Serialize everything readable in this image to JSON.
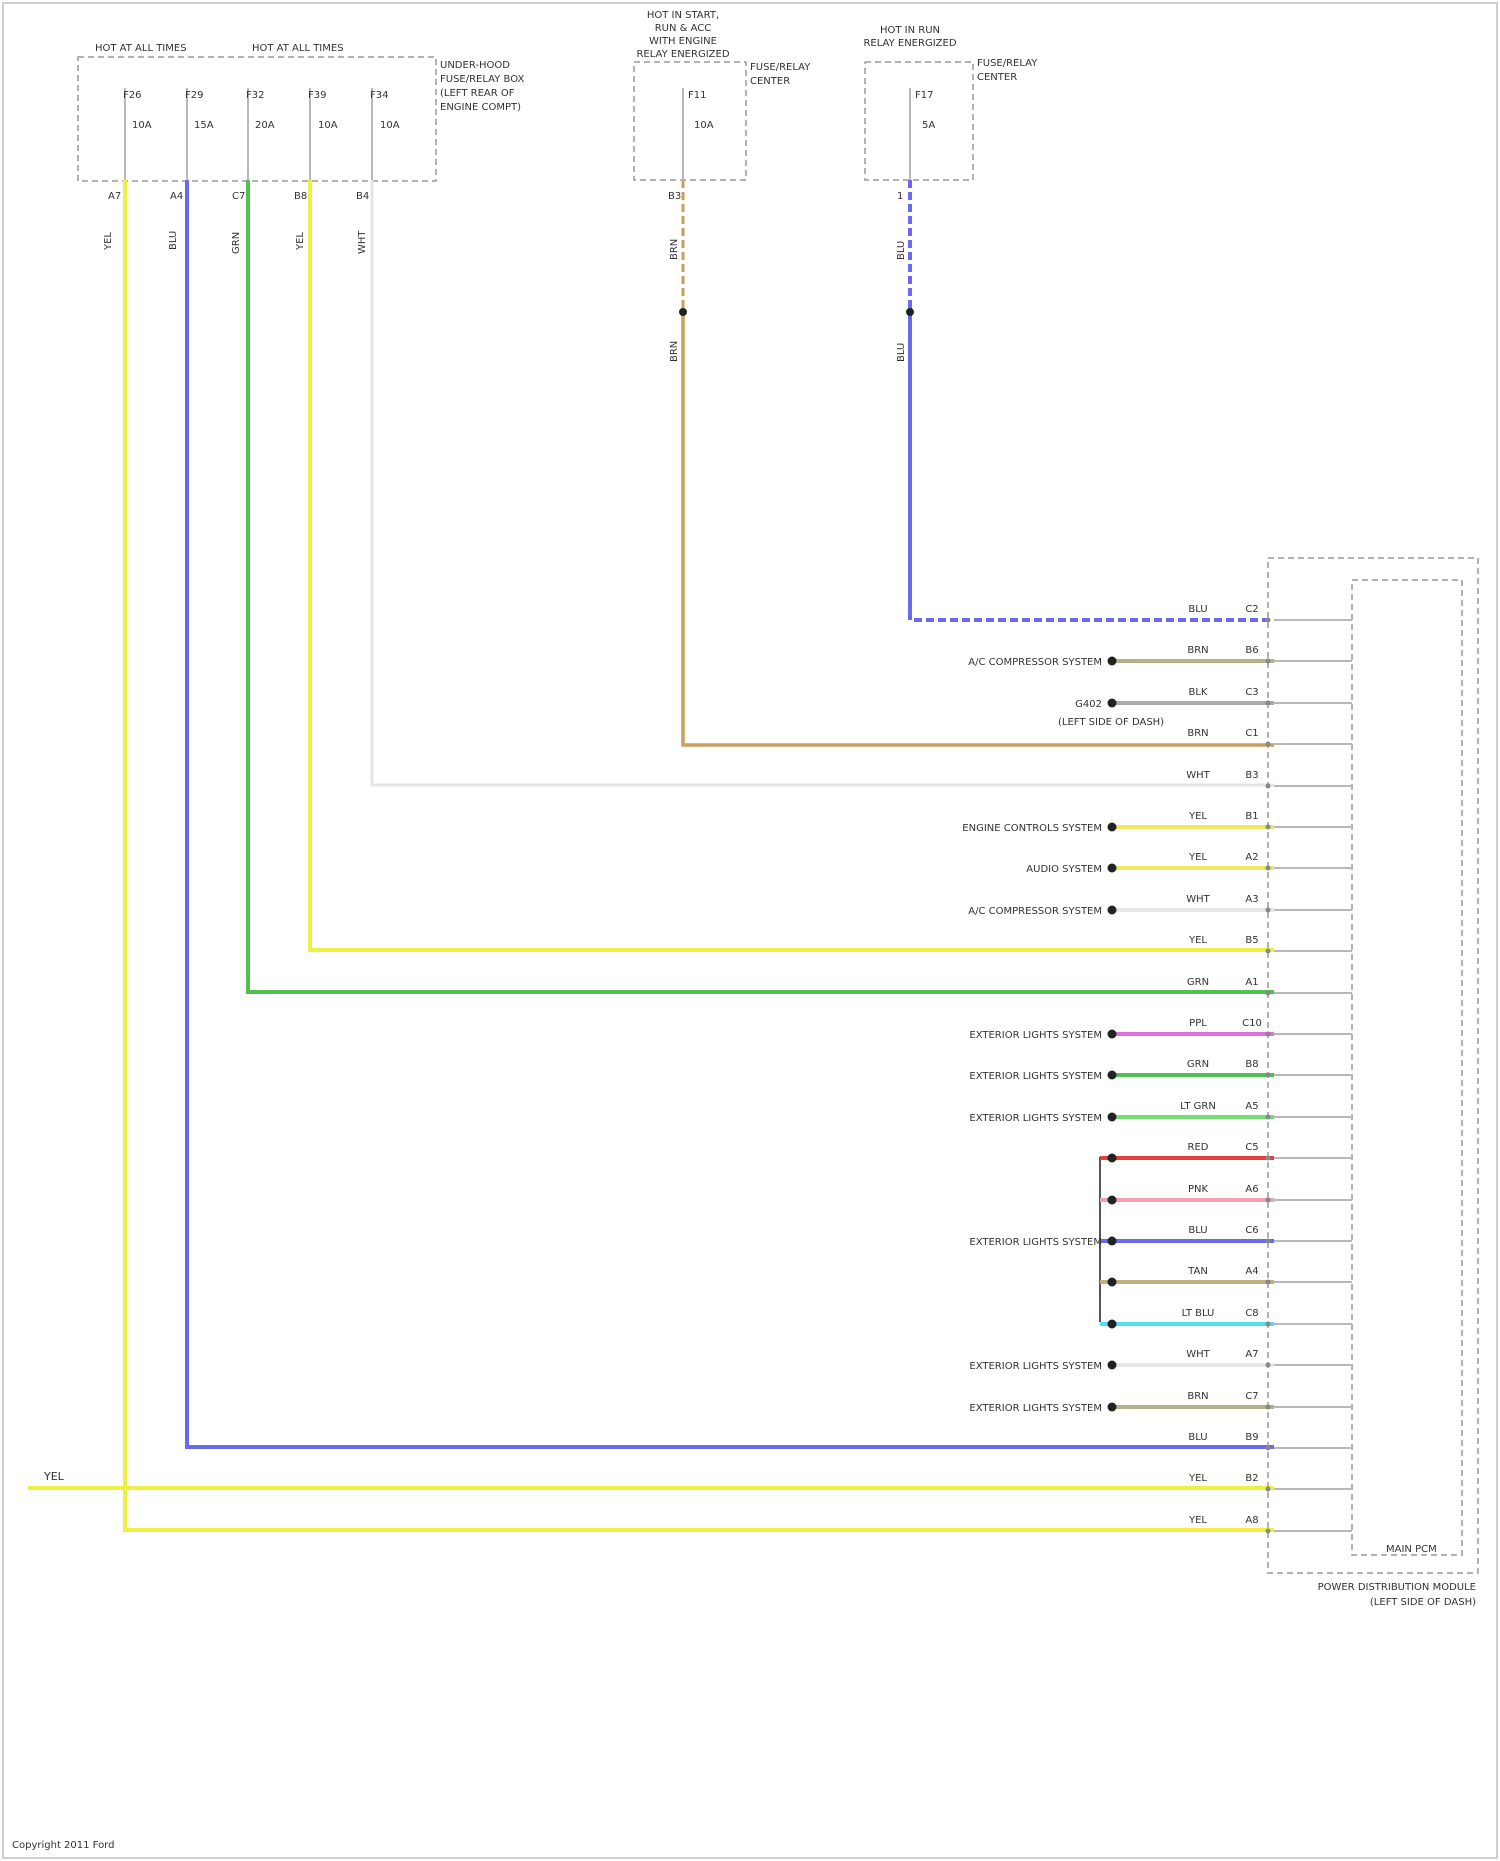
{
  "top_blocks": [
    {
      "title": "HOT AT ALL TIMES",
      "fuses": [
        "F26",
        "F29"
      ],
      "amps": [
        "10A",
        "15A"
      ],
      "pins": [
        "A7",
        "A4"
      ],
      "colors": [
        "YEL",
        "BLU"
      ]
    },
    {
      "title": "HOT AT ALL TIMES",
      "fuses": [
        "F32",
        "F39",
        "F34"
      ],
      "amps": [
        "20A",
        "10A",
        "10A"
      ],
      "pins": [
        "C7",
        "B8",
        "B4"
      ],
      "colors": [
        "GRN",
        "YEL",
        "WHT"
      ]
    }
  ],
  "left_box_caption": [
    "UNDER-HOOD",
    "FUSE/RELAY BOX",
    "(LEFT REAR OF",
    "ENGINE COMPT)"
  ],
  "mid_block": {
    "title": [
      "HOT IN START,",
      "RUN & ACC",
      "WITH ENGINE",
      "RELAY ENERGIZED"
    ],
    "fuse": "F11",
    "amps": "10A",
    "pin": "B3",
    "colors": [
      "BRN",
      "BRN"
    ],
    "caption": [
      "FUSE/RELAY",
      "CENTER"
    ]
  },
  "right_block": {
    "title": [
      "HOT IN RUN",
      "RELAY ENERGIZED"
    ],
    "fuse": "F17",
    "amps": "5A",
    "pin": "1",
    "colors": [
      "BLU",
      "BLU"
    ],
    "caption": [
      "FUSE/RELAY",
      "CENTER"
    ]
  },
  "connector_rows": [
    {
      "color": "BLU",
      "pin": "C2",
      "wire": "#6a6af0",
      "desc": ""
    },
    {
      "color": "BRN",
      "pin": "B6",
      "wire": "#b8b08a",
      "desc": "A/C COMPRESSOR SYSTEM"
    },
    {
      "color": "BLK",
      "pin": "C3",
      "wire": "#aaaaaa",
      "desc": "G402"
    },
    {
      "color": "BRN",
      "pin": "C1",
      "wire": "#c8a060",
      "desc": ""
    },
    {
      "color": "WHT",
      "pin": "B3",
      "wire": "#e8e8e8",
      "desc": ""
    },
    {
      "color": "YEL",
      "pin": "B1",
      "wire": "#eaea60",
      "desc": "ENGINE CONTROLS SYSTEM"
    },
    {
      "color": "YEL",
      "pin": "A2",
      "wire": "#eaea60",
      "desc": "AUDIO SYSTEM"
    },
    {
      "color": "WHT",
      "pin": "A3",
      "wire": "#e8e8e8",
      "desc": "A/C COMPRESSOR SYSTEM"
    },
    {
      "color": "YEL",
      "pin": "B5",
      "wire": "#f0f040",
      "desc": ""
    },
    {
      "color": "GRN",
      "pin": "A1",
      "wire": "#50c050",
      "desc": ""
    },
    {
      "color": "PPL",
      "pin": "C10",
      "wire": "#e070e0",
      "desc": "EXTERIOR LIGHTS SYSTEM"
    },
    {
      "color": "GRN",
      "pin": "B8",
      "wire": "#50c050",
      "desc": "EXTERIOR LIGHTS SYSTEM"
    },
    {
      "color": "LT GRN",
      "pin": "A5",
      "wire": "#70e070",
      "desc": "EXTERIOR LIGHTS SYSTEM"
    },
    {
      "color": "RED",
      "pin": "C5",
      "wire": "#e04040",
      "desc": ""
    },
    {
      "color": "PNK",
      "pin": "A6",
      "wire": "#f0a0b0",
      "desc": ""
    },
    {
      "color": "BLU",
      "pin": "C6",
      "wire": "#6a6af0",
      "desc": "EXTERIOR LIGHTS SYSTEM"
    },
    {
      "color": "TAN",
      "pin": "A4",
      "wire": "#c0b080",
      "desc": ""
    },
    {
      "color": "LT BLU",
      "pin": "C8",
      "wire": "#50e0f0",
      "desc": ""
    },
    {
      "color": "WHT",
      "pin": "A7",
      "wire": "#e8e8e8",
      "desc": "EXTERIOR LIGHTS SYSTEM"
    },
    {
      "color": "BRN",
      "pin": "C7",
      "wire": "#b8b08a",
      "desc": "EXTERIOR LIGHTS SYSTEM"
    },
    {
      "color": "BLU",
      "pin": "B9",
      "wire": "#6a6af0",
      "desc": ""
    },
    {
      "color": "YEL",
      "pin": "B2",
      "wire": "#f0f040",
      "desc": ""
    },
    {
      "color": "YEL",
      "pin": "A8",
      "wire": "#f0f040",
      "desc": ""
    }
  ],
  "g402_sub": "(LEFT SIDE OF DASH)",
  "left_feed_label": "YEL",
  "module_label": "MAIN PCM",
  "box_caption": [
    "POWER DISTRIBUTION MODULE",
    "(LEFT SIDE OF DASH)"
  ],
  "footer": "Copyright 2011 Ford"
}
